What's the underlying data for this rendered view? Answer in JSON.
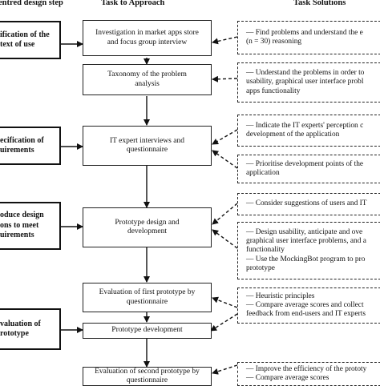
{
  "headers": {
    "step": "entred design step",
    "task": "Task to Approach",
    "solutions": "Task Solutions"
  },
  "steps": [
    "ification of the\ntext of use",
    "ecification of\nuirements",
    "oduce design\nons to meet\nuirements",
    "valuation of\nrototype"
  ],
  "tasks": [
    "Investigation in market apps store\nand focus group interview",
    "Taxonomy of the problem\nanalysis",
    "IT expert interviews and\nquestionnaire",
    "Prototype design and\ndevelopment",
    "Evaluation of first prototype by\nquestionnaire",
    "Prototype development",
    "Evaluation of second prototype by\nquestionnaire"
  ],
  "solutions": [
    "— Find problems and understand the e\n(n = 30)  reasoning",
    "— Understand the problems in order to\nusability, graphical user interface probl\napps functionality",
    "— Indicate the IT experts' perception c\ndevelopment of the application",
    "— Prioritise development points of the\napplication",
    "— Consider suggestions of users and IT",
    "— Design usability, anticipate and ove\ngraphical user interface problems, and a\nfunctionality\n— Use the MockingBot program to pro\nprototype",
    "— Heuristic principles\n— Compare average scores and collect\nfeedback from end-users and IT experts",
    "— Improve the efficiency of the prototy\n— Compare average scores"
  ]
}
